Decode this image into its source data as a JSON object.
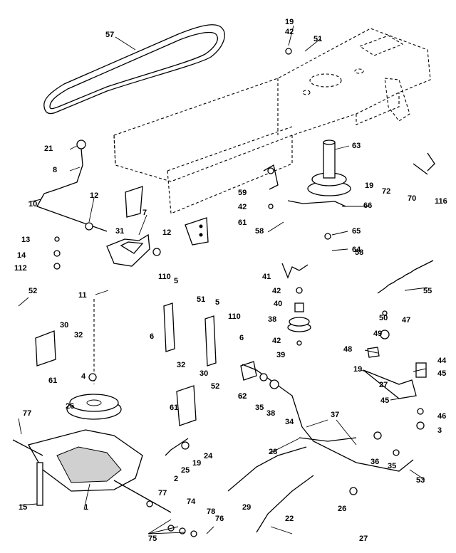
{
  "diagram": {
    "callouts": [
      "57",
      "19",
      "42",
      "51",
      "21",
      "8",
      "12",
      "7",
      "10",
      "31",
      "13",
      "14",
      "112",
      "12",
      "63",
      "59",
      "42",
      "61",
      "58",
      "19",
      "72",
      "70",
      "116",
      "66",
      "65",
      "64",
      "58",
      "52",
      "11",
      "41",
      "42",
      "40",
      "110",
      "5",
      "51",
      "5",
      "110",
      "6",
      "6",
      "39",
      "42",
      "38",
      "55",
      "62",
      "30",
      "32",
      "61",
      "4",
      "26",
      "50",
      "47",
      "49",
      "48",
      "19",
      "27",
      "45",
      "44",
      "45",
      "46",
      "3",
      "32",
      "30",
      "52",
      "61",
      "62",
      "35",
      "38",
      "34",
      "37",
      "77",
      "25",
      "19",
      "24",
      "2",
      "28",
      "36",
      "35",
      "53",
      "15",
      "1",
      "77",
      "74",
      "78",
      "76",
      "75",
      "29",
      "26",
      "22",
      "27"
    ]
  }
}
